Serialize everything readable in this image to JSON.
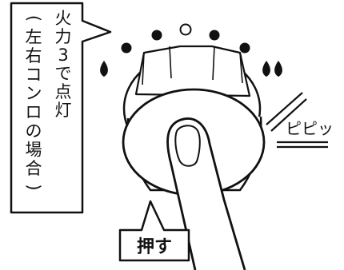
{
  "callout": {
    "line1": "火力3で点灯",
    "line2": "(左右コンロの場合)"
  },
  "push_label": "押す",
  "sound_label": "ピピッ",
  "flame": {
    "left_icon": "single-flame-icon",
    "right_icon": "double-flame-icon"
  },
  "indicator_dots": {
    "total": 5,
    "lit_index": 2
  }
}
